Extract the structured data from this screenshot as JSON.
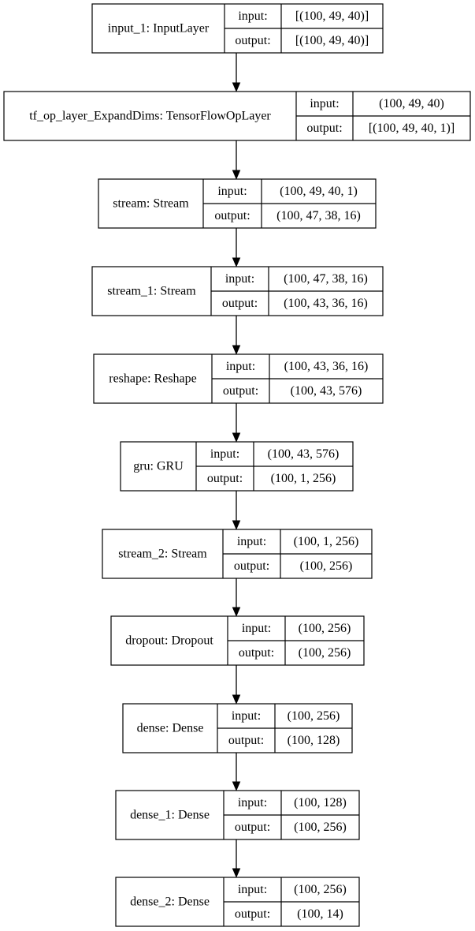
{
  "diagram": {
    "port_labels": {
      "input": "input:",
      "output": "output:"
    },
    "nodes": [
      {
        "id": "input_1",
        "title": "input_1: InputLayer",
        "input": "[(100, 49, 40)]",
        "output": "[(100, 49, 40)]"
      },
      {
        "id": "expand_dims",
        "title": "tf_op_layer_ExpandDims: TensorFlowOpLayer",
        "input": "(100, 49, 40)",
        "output": "[(100, 49, 40, 1)]"
      },
      {
        "id": "stream",
        "title": "stream: Stream",
        "input": "(100, 49, 40, 1)",
        "output": "(100, 47, 38, 16)"
      },
      {
        "id": "stream_1",
        "title": "stream_1: Stream",
        "input": "(100, 47, 38, 16)",
        "output": "(100, 43, 36, 16)"
      },
      {
        "id": "reshape",
        "title": "reshape: Reshape",
        "input": "(100, 43, 36, 16)",
        "output": "(100, 43, 576)"
      },
      {
        "id": "gru",
        "title": "gru: GRU",
        "input": "(100, 43, 576)",
        "output": "(100, 1, 256)"
      },
      {
        "id": "stream_2",
        "title": "stream_2: Stream",
        "input": "(100, 1, 256)",
        "output": "(100, 256)"
      },
      {
        "id": "dropout",
        "title": "dropout: Dropout",
        "input": "(100, 256)",
        "output": "(100, 256)"
      },
      {
        "id": "dense",
        "title": "dense: Dense",
        "input": "(100, 256)",
        "output": "(100, 128)"
      },
      {
        "id": "dense_1",
        "title": "dense_1: Dense",
        "input": "(100, 128)",
        "output": "(100, 256)"
      },
      {
        "id": "dense_2",
        "title": "dense_2: Dense",
        "input": "(100, 256)",
        "output": "(100, 14)"
      }
    ]
  }
}
